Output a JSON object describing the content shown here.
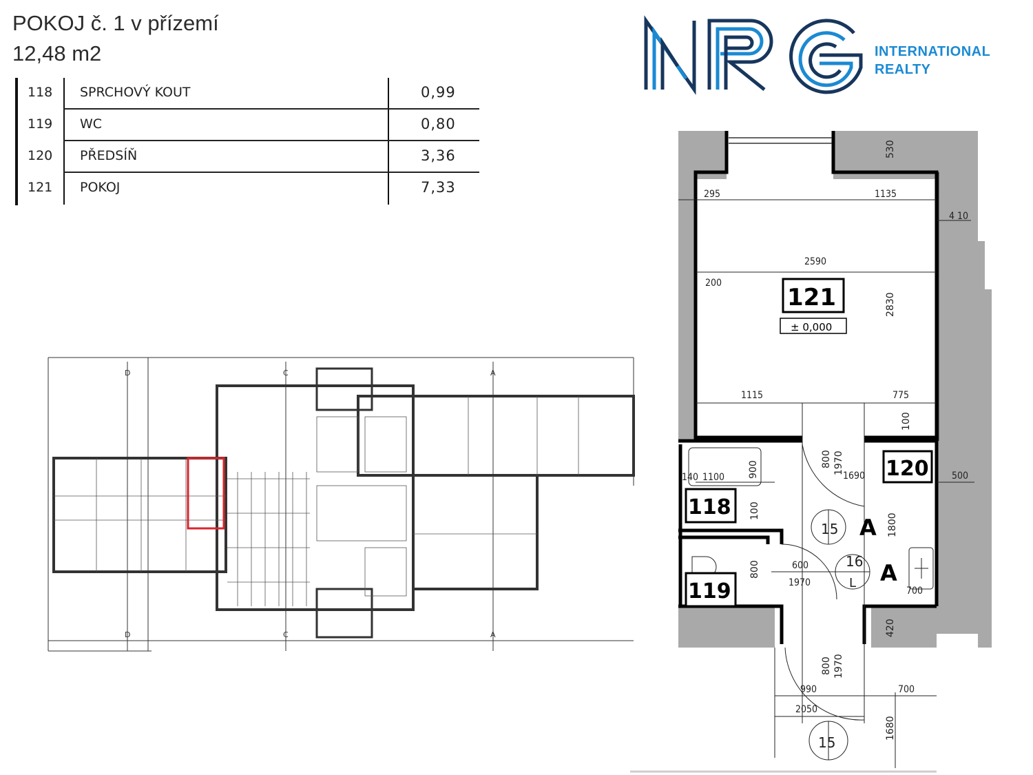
{
  "header": {
    "title": "POKOJ č. 1 v přízemí",
    "area": "12,48 m2"
  },
  "rooms": [
    {
      "number": "118",
      "name": "SPRCHOVÝ KOUT",
      "area": "0,99"
    },
    {
      "number": "119",
      "name": "WC",
      "area": "0,80"
    },
    {
      "number": "120",
      "name": "PŘEDSÍŇ",
      "area": "3,36"
    },
    {
      "number": "121",
      "name": "POKOJ",
      "area": "7,33"
    }
  ],
  "logo": {
    "mark": "NRG",
    "line1": "INTERNATIONAL",
    "line2": "REALTY",
    "color": "#1b8ad3"
  },
  "siteplan": {
    "highlight_color": "#d8262c",
    "axis_labels": [
      "D",
      "C",
      "A",
      "D",
      "C",
      "A"
    ]
  },
  "floorplan": {
    "wall_color": "#a9a9a9",
    "room_labels": {
      "r121": "121",
      "r120": "120",
      "r118": "118",
      "r119": "119"
    },
    "level": "± 0,000",
    "section_marks": {
      "a1": "A",
      "a2": "A",
      "m15": "15",
      "m16": "16",
      "m15b": "15",
      "l": "L"
    },
    "dimensions": {
      "d530": "530",
      "d295": "295",
      "d1135": "1135",
      "d410": "4 10",
      "d2590": "2590",
      "d200": "200",
      "d2830": "2830",
      "d1115": "1115",
      "d775": "775",
      "d100a": "100",
      "d800a": "800",
      "d1970a": "1970",
      "d1690": "1690",
      "d500": "500",
      "d140": "140",
      "d1100": "1100",
      "d900": "900",
      "d100b": "100",
      "d1800": "1800",
      "d600": "600",
      "d1970b": "1970",
      "d800b": "800",
      "d700a": "700",
      "d420": "420",
      "d800c": "800",
      "d1970c": "1970",
      "d990": "990",
      "d700b": "700",
      "d2050": "2050",
      "d1680": "1680"
    }
  }
}
